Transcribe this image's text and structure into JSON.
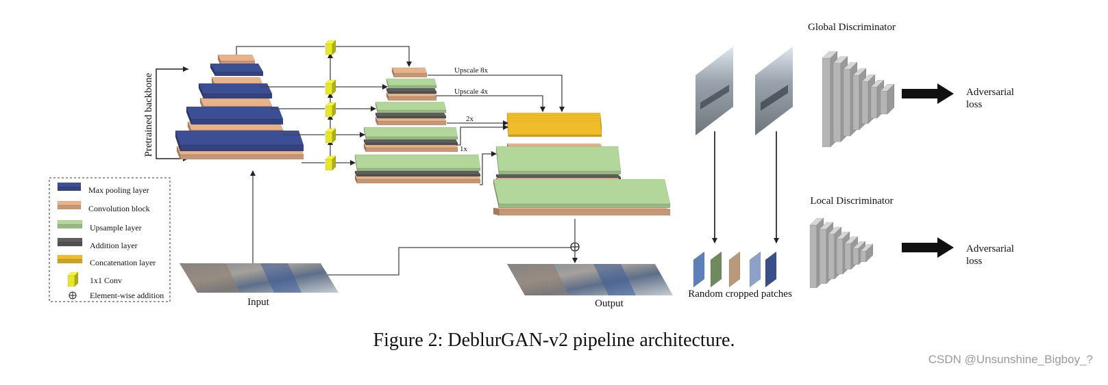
{
  "colors": {
    "max_pooling": "#3d4f94",
    "convolution": "#e8b28a",
    "upsample": "#b3d79a",
    "addition": "#5e5e5e",
    "concatenation": "#f0bd2a",
    "conv1x1": "#e6e62a",
    "discriminator": "#bfbfbf"
  },
  "backbone": {
    "label": "Pretrained backbone"
  },
  "fpn": {
    "upscale_8x": "Upscale 8x",
    "upscale_4x": "Upscale 4x",
    "scale_2x": "2x",
    "scale_1x": "1x"
  },
  "legend": {
    "items": [
      {
        "icon": "max-pooling-layer-icon",
        "label": "Max pooling layer"
      },
      {
        "icon": "convolution-block-icon",
        "label": "Convolution block"
      },
      {
        "icon": "upsample-layer-icon",
        "label": "Upsample layer"
      },
      {
        "icon": "addition-layer-icon",
        "label": "Addition layer"
      },
      {
        "icon": "concatenation-layer-icon",
        "label": "Concatenation layer"
      },
      {
        "icon": "conv1x1-icon",
        "label": "1x1 Conv"
      },
      {
        "icon": "element-wise-addition-icon",
        "label": "Element-wise addition"
      }
    ]
  },
  "io": {
    "input_label": "Input",
    "output_label": "Output",
    "addition_symbol": "⊕"
  },
  "discriminators": {
    "global_title": "Global Discriminator",
    "local_title": "Local Discriminator",
    "loss_line1": "Adversarial",
    "loss_line2": "loss",
    "patches_label": "Random cropped patches"
  },
  "caption": "Figure 2: DeblurGAN-v2 pipeline architecture.",
  "watermark": "CSDN @Unsunshine_Bigboy_?"
}
